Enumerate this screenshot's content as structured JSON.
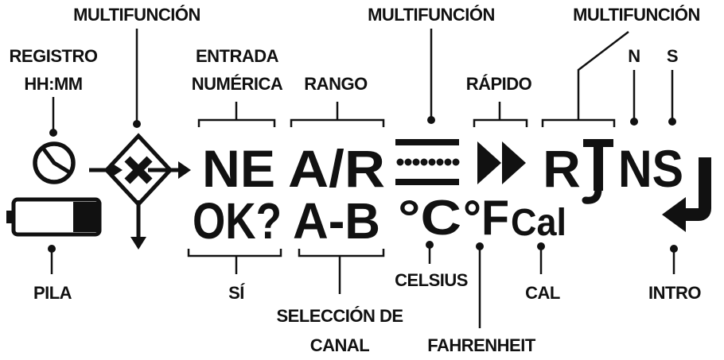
{
  "labels": {
    "multifuncion_1": "MULTIFUNCIÓN",
    "multifuncion_2": "MULTIFUNCIÓN",
    "multifuncion_3": "MULTIFUNCIÓN",
    "registro_line1": "REGISTRO",
    "registro_line2": "HH:MM",
    "entrada_line1": "ENTRADA",
    "entrada_line2": "NUMÉRICA",
    "rango": "RANGO",
    "rapido": "RÁPIDO",
    "n": "N",
    "s": "S",
    "pila": "PILA",
    "si": "SÍ",
    "seleccion_line1": "SELECCIÓN DE",
    "seleccion_line2": "CANAL",
    "celsius": "CELSIUS",
    "fahrenheit": "FAHRENHEIT",
    "cal": "CAL",
    "intro": "INTRO"
  },
  "display": {
    "ne": "NE",
    "ar": "A/R",
    "rt_r": "R",
    "ns": "NS",
    "ok": "OK?",
    "ab": "A-B",
    "degc": "°C",
    "degf": "°F",
    "cal": "Cal"
  },
  "icons": [
    "clock-icon",
    "battery-icon",
    "multifunction-diamond-icon",
    "multifunction-bars-icon",
    "fast-forward-icon",
    "enter-icon"
  ]
}
